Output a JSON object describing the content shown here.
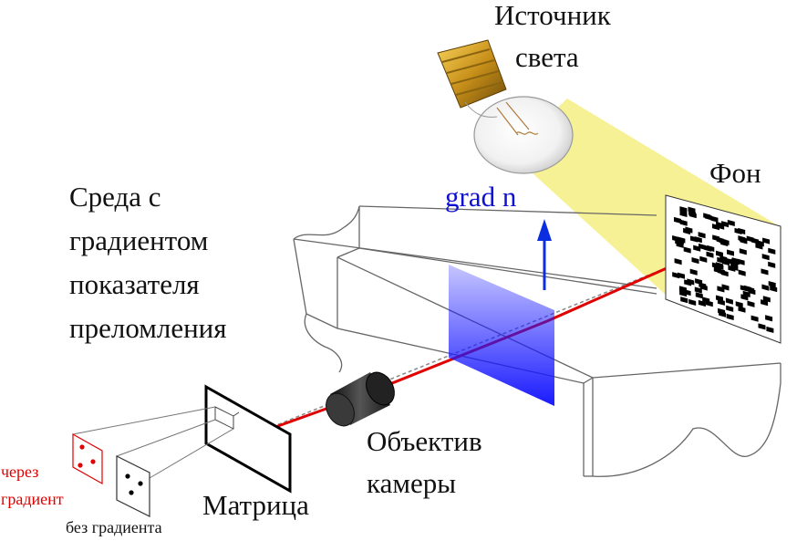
{
  "labels": {
    "light_source_line1": "Источник",
    "light_source_line2": "света",
    "background": "Фон",
    "medium_line1": "Среда с",
    "medium_line2": "градиентом",
    "medium_line3": "показателя",
    "medium_line4": "преломления",
    "grad_n": "grad n",
    "lens_line1": "Объектив",
    "lens_line2": "камеры",
    "sensor": "Матрица",
    "through_gradient_line1": "через",
    "through_gradient_line2": "градиент",
    "without_gradient": "без градиента"
  },
  "colors": {
    "light_beam": "#f5f08a",
    "ray": "#e00000",
    "gradient_arrow": "#0a2ee0",
    "gradient_plane": "#1a1aff",
    "red_label": "#e00000",
    "blue_label": "#1010d0"
  }
}
